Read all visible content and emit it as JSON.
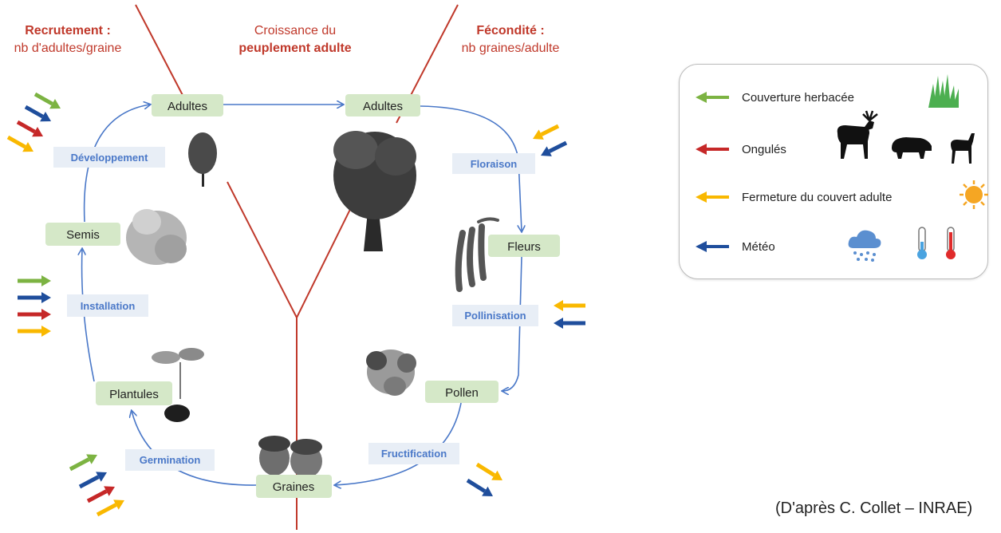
{
  "headers": {
    "recrutement_title": "Recrutement :",
    "recrutement_sub": "nb d'adultes/graine",
    "croissance_line1": "Croissance du",
    "croissance_line2": "peuplement adulte",
    "fecondite_title": "Fécondité :",
    "fecondite_sub": "nb graines/adulte"
  },
  "stages": {
    "adultes_left": "Adultes",
    "adultes_right": "Adultes",
    "fleurs": "Fleurs",
    "pollen": "Pollen",
    "graines": "Graines",
    "plantules": "Plantules",
    "semis": "Semis"
  },
  "processes": {
    "developpement": "Développement",
    "floraison": "Floraison",
    "pollinisation": "Pollinisation",
    "fructification": "Fructification",
    "germination": "Germination",
    "installation": "Installation"
  },
  "legend": {
    "couverture": "Couverture herbacée",
    "ongules": "Ongulés",
    "fermeture": "Fermeture du couvert adulte",
    "meteo": "Météo"
  },
  "colors": {
    "couverture": "#7cb342",
    "ongules": "#c62828",
    "fermeture": "#f9b800",
    "meteo": "#1f4e9c",
    "cycle_line": "#4a78c8",
    "red_line": "#c0392b",
    "stage_box": "#d5e8c8",
    "process_box": "#e8eef6"
  },
  "credit": "(D'après C. Collet – INRAE)"
}
